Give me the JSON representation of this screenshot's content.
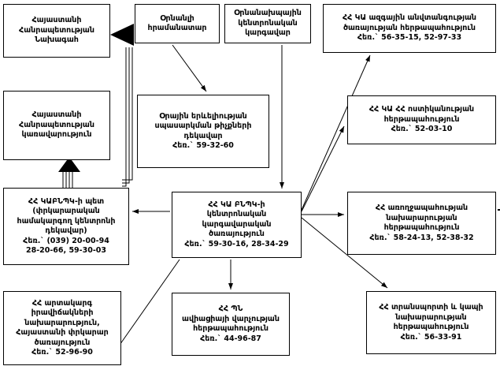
{
  "diagram": {
    "title": "Interaction scheme of duty services",
    "type": "flowchart",
    "background_color": "#ffffff",
    "line_color": "#000000",
    "box_border_color": "#000000"
  },
  "nodes": {
    "president": {
      "label": "Հայաստանի\nՀանրապետության\nՆախագահ",
      "phone": ""
    },
    "government": {
      "label": "Հայաստանի\nՀանրապետության\nկառավարություն",
      "phone": ""
    },
    "duty_commander": {
      "label": "Օրնանլի\nհրամանատար",
      "phone": ""
    },
    "central_dispatcher": {
      "label": "Օրնանախպային\nկենտրոնական\nկարգավար",
      "phone": ""
    },
    "national_security": {
      "label": "ՀՀ ԿԱ ազգային անվտանգության\nծառայության հերթապահություն\nՀեռ.` 56-35-15, 52-97-33",
      "phone": "56-35-15, 52-97-33"
    },
    "police": {
      "label": "ՀՀ ԿԱ ՀՀ ոստիկանության\nհերթապահություն\nՀեռ.` 52-03-10",
      "phone": "52-03-10"
    },
    "health_ministry": {
      "label": "ՀՀ առողջապահության\nնախարարության\nհերթապահություն\nՀեռ.` 58-24-13, 52-38-32",
      "phone": "58-24-13, 52-38-32"
    },
    "transport_ministry": {
      "label": "ՀՀ տրանսպորտի և կապի\nնախարարության\nհերթապահություն\nՀեռ.` 56-33-91",
      "phone": "56-33-91"
    },
    "air_traffic_service": {
      "label": "Օրային երևելիության\nսպասարկման թիչքների\nդեկավար\nՀեռ.` 59-32-60",
      "phone": "59-32-60"
    },
    "center": {
      "label": "ՀՀ ԿԱ ԲՆՊԿ-ի\nկենտրոնական\nկարգավարական\nծառայություն\nՀեռ.` 59-30-16, 28-34-29",
      "phone": "59-30-16, 28-34-29"
    },
    "mod_aviation": {
      "label": "ՀՀ ՊՆ\nավիացիայի վարչության\nհերթապահություն\nՀեռ.` 44-96-87",
      "phone": "44-96-87"
    },
    "emergency_ministry": {
      "label": "ՀՀ արտակարգ\nիրավիճակների\nնախարարություն,\nՀայաստանի փրկարար\nծառայություն\nՀեռ.` 52-96-90",
      "phone": "52-96-90"
    },
    "kabnpk_head": {
      "label": "ՀՀ ԿԱԲՆՊԿ-ի պետ\n(փրկարարական\nհամակարգող կենտրոնի\nդեկավար)\nՀեռ.` (039) 20-00-94\n28-20-66, 59-30-03",
      "phone": "(039) 20-00-94, 28-20-66, 59-30-03"
    }
  }
}
